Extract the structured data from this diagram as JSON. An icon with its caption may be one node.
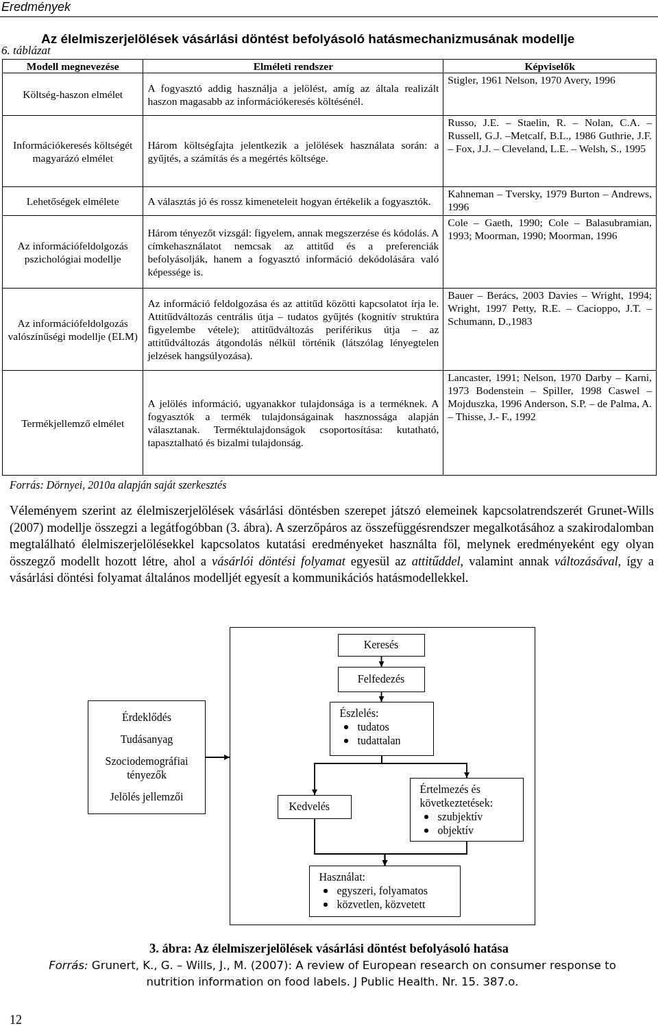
{
  "diagram": {
    "caption": "3. ábra: Az élelmiszerjelölések vásárlási döntést befolyásoló hatása",
    "nodes": [
      {
        "text": [
          "Érdeklődés",
          "Tudásanyag",
          "Szociodemográfiai tényezők",
          "Jelölés jellemzői"
        ]
      },
      {
        "text": [],
        "shape": "box"
      },
      {
        "text": [
          "Keresés"
        ],
        "in": 1
      },
      {
        "text": [
          "Felfedezés"
        ],
        "in": 1
      },
      {
        "text": [
          "Észlelés:",
          "tudatos",
          "tudattalan"
        ],
        "in": 1
      },
      {
        "text": [
          "Kedvelés"
        ],
        "in": 1
      },
      {
        "text": [
          "Értelmezés és következtetések:",
          "szubjektív",
          "objektív"
        ],
        "in": 1
      },
      {
        "text": [
          "Használat:",
          "egyszeri, folyamatos",
          "közvetlen, közvetett"
        ],
        "in": 1
      }
    ],
    "edges": [
      {
        "from": 0,
        "to": 1,
        "arrow": "to"
      },
      {
        "from": 2,
        "to": 3,
        "arrow": "to"
      },
      {
        "from": 3,
        "to": 4,
        "arrow": "to"
      },
      {
        "from": 4,
        "to": 5,
        "arrow": "to"
      },
      {
        "from": 4,
        "to": 6,
        "arrow": "to"
      },
      {
        "from": 5,
        "to": 7,
        "arrow": "to"
      },
      {
        "from": 6,
        "to": 7,
        "arrow": "to"
      }
    ],
    "labels": [
      "Eredmények",
      "Az élelmiszerjelölések vásárlási döntést befolyásoló hatásmechanizmusának modellje",
      "6. táblázat",
      "Modell megnevezése",
      "Elméleti rendszer",
      "Képviselők",
      "Költség-haszon elmélet",
      "A fogyasztó addig használja a jelölést, amíg az általa realizált haszon magasabb az információkeresés költésénél.",
      "Stigler, 1961 Nelson, 1970 Avery, 1996",
      "Információkeresés költségét magyarázó elmélet",
      "Három költségfajta jelentkezik a jelölések használata során: a gyűjtés, a számítás és a megértés költsége.",
      "Russo, J.E. – Staelin, R. – Nolan, C.A. – Russell, G.J. –Metcalf, B.L., 1986 Guthrie, J.F. – Fox, J.J. – Cleveland, L.E. – Welsh, S., 1995",
      "Lehetőségek elmélete",
      "A választás jó és rossz kimeneteleit hogyan értékelik a fogyasztók.",
      "Kahneman – Tversky, 1979 Burton – Andrews, 1996",
      "Az információfeldolgozás pszichológiai modellje",
      "Három tényezőt vizsgál: figyelem, annak megszerzése és kódolás. A címkehasználatot nemcsak az attitűd és a preferenciák befolyásolják, hanem a fogyasztó információ dekódolására való képessége is.",
      "Cole – Gaeth, 1990; Cole – Balasubramian, 1993; Moorman, 1990; Moorman, 1996",
      "Az információfeldolgozás valószínűségi modellje (ELM)",
      "Az információ feldolgozása és az attitűd közötti kapcsolatot írja le. Attitűdváltozás centrális útja – tudatos gyűjtés (kognitív struktúra figyelembe vétele); attitűdváltozás periférikus útja – az attitűdváltozás átgondolás nélkül történik (látszólag lényegtelen jelzések hangsúlyozása).",
      "Bauer – Berács, 2003 Davies – Wright, 1994; Wright, 1997 Petty, R.E. – Cacioppo, J.T. – Schumann, D.,1983",
      "Termékjellemző elmélet",
      "A jelölés információ, ugyanakkor tulajdonsága is a terméknek. A fogyasztók a termék tulajdonságainak hasznossága alapján választanak. Terméktulajdonságok csoportosítása: kutatható, tapasztalható és bizalmi tulajdonság.",
      "Lancaster, 1991; Nelson, 1970 Darby – Karni, 1973 Bodenstein – Spiller, 1998 Caswel – Mojduszka, 1996 Anderson, S.P. – de Palma, A. – Thisse, J.- F., 1992",
      "Forrás: Dörnyei, 2010a alapján saját szerkesztés",
      "Véleményem szerint az élelmiszerjelölések vásárlási döntésben szerepet játszó elemeinek kapcsolatrendszerét Grunet-Wills (2007) modellje összegzi a legátfogóbban (3. ábra). A szerzőpáros az összefüggésrendszer megalkotásához a szakirodalomban megtalálható élelmiszerjelölésekkel kapcsolatos kutatási eredményeket használta föl, melynek eredményeként egy olyan összegző modellt hozott létre, ahol a *vásárlói döntési folyamat* egyesül az *attitűddel*, valamint annak *változásával*, így a vásárlási döntési folyamat általános modelljét egyesít a kommunikációs hatásmodellekkel.",
      "*Forrás:* Grunert, K., G. – Wills, J., M. (2007): A review of European research on consumer response to nutrition information on food labels. J Public Health. Nr. 15. 387.o.",
      "12"
    ]
  }
}
